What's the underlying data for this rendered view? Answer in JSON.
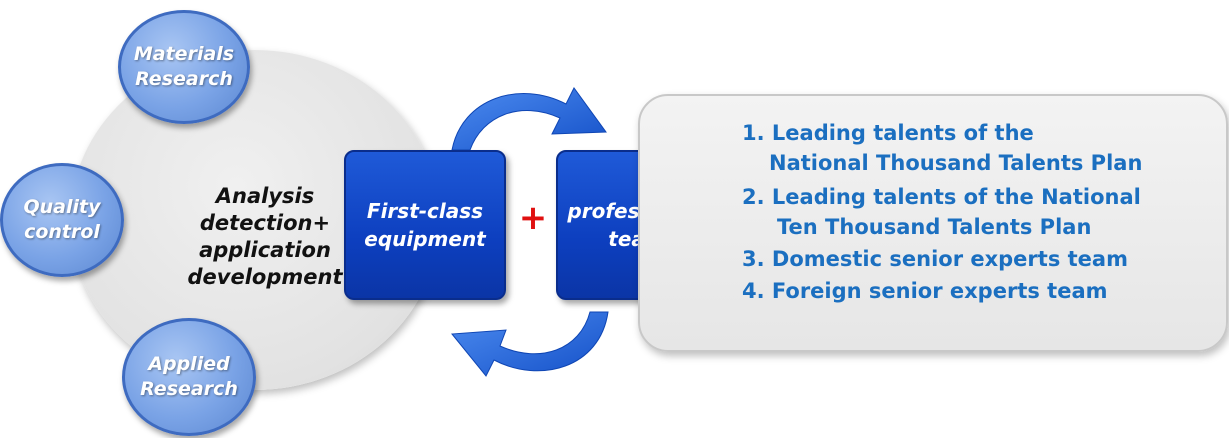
{
  "center_text": [
    "Analysis",
    "detection+",
    "application",
    "development"
  ],
  "bubbles": {
    "materials": [
      "Materials",
      "Research"
    ],
    "quality": [
      "Quality",
      "control"
    ],
    "applied": [
      "Applied",
      "Research"
    ]
  },
  "boxes": {
    "equipment": [
      "First-class",
      "equipment"
    ],
    "team": [
      "professional",
      "team"
    ]
  },
  "plus": "+",
  "talents": {
    "item1_line1": "1. Leading talents of the",
    "item1_line2": "National Thousand Talents Plan",
    "item2_line1": "2. Leading talents of the National",
    "item2_line2": "Ten Thousand Talents Plan",
    "item3": "3. Domestic senior experts team",
    "item4": "4. Foreign senior experts team"
  },
  "colors": {
    "bubble_fill": "#7aa3e6",
    "box_fill": "#0d3fbf",
    "arrow": "#1f6ae0",
    "plus": "#e01010",
    "list_text": "#1b6fc0",
    "panel_fill": "#e6e6e6"
  }
}
